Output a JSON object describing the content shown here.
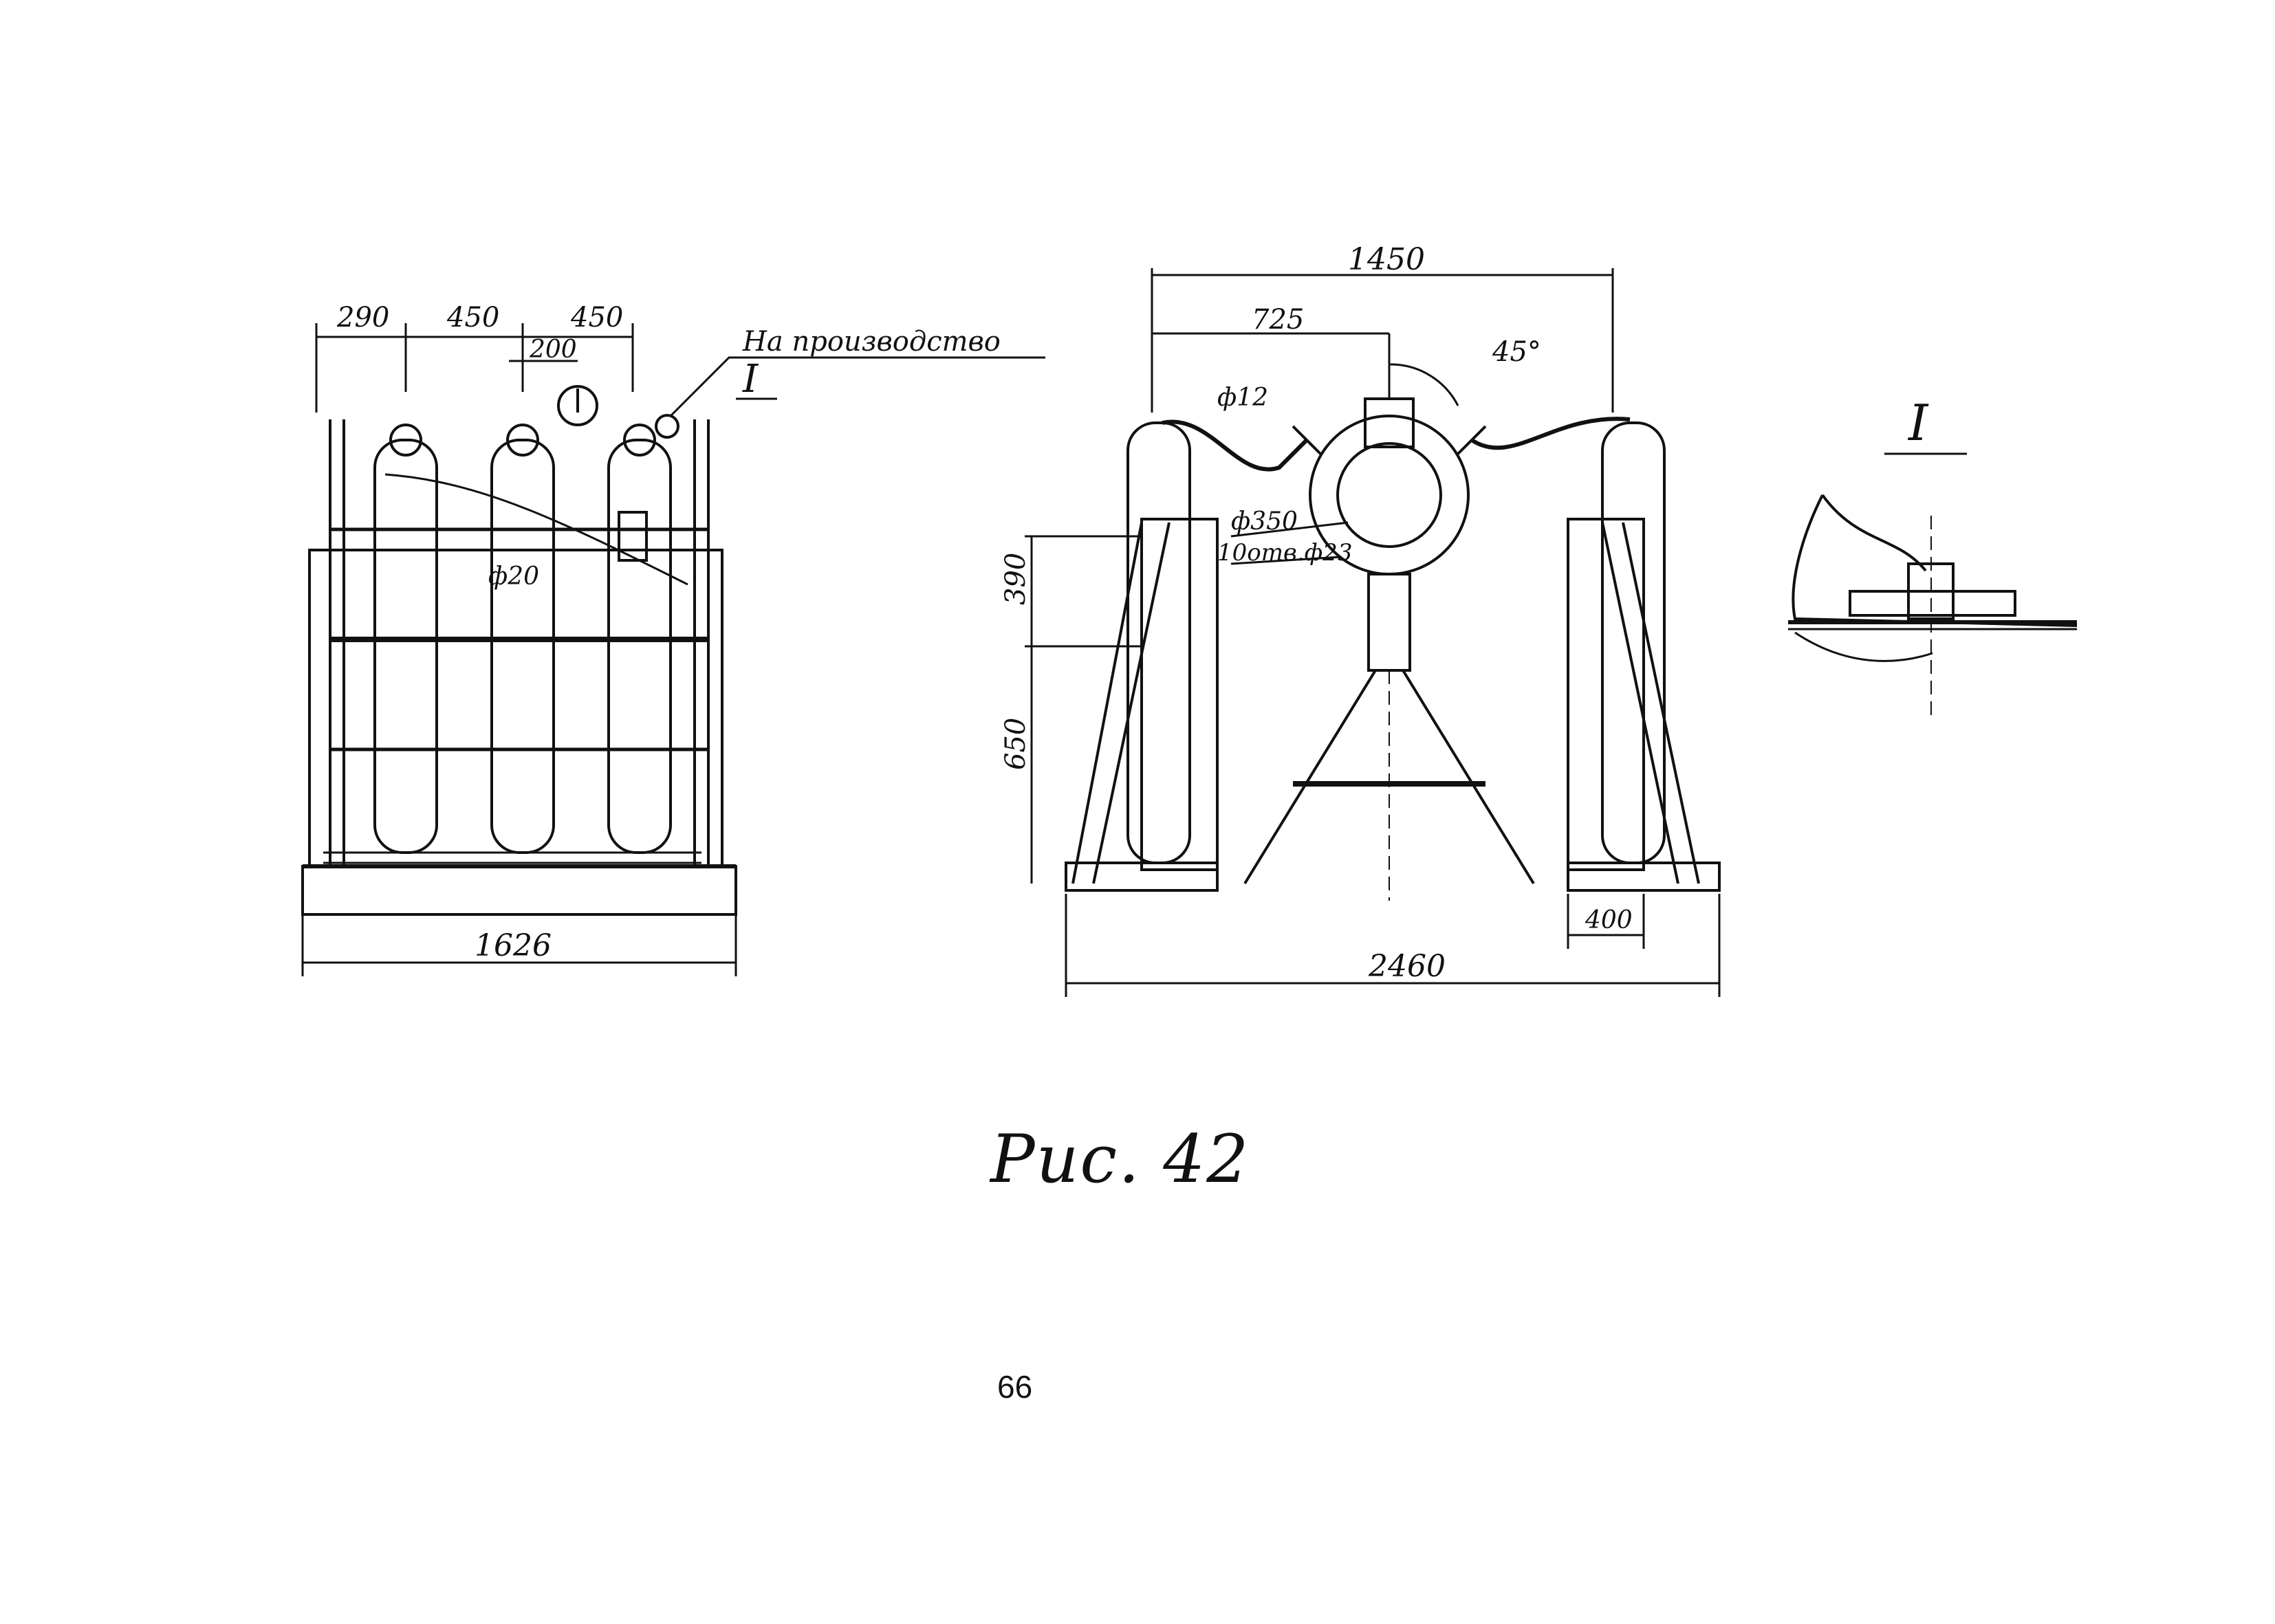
{
  "front_view": {
    "dims": {
      "d290": "290",
      "d450a": "450",
      "d450b": "450",
      "d200": "200",
      "d20": "ф20",
      "d1626": "1626"
    },
    "leader_text": "На производство",
    "section_mark": "I"
  },
  "side_view": {
    "dims": {
      "d1450": "1450",
      "d725": "725",
      "d45": "45°",
      "d12": "ф12",
      "d350": "ф350",
      "holes": "10отв.ф23",
      "d390": "390",
      "d650": "650",
      "d400": "400",
      "d2460": "2460"
    }
  },
  "detail": {
    "label": "I"
  },
  "caption": "Рис. 42",
  "page_number": "66"
}
